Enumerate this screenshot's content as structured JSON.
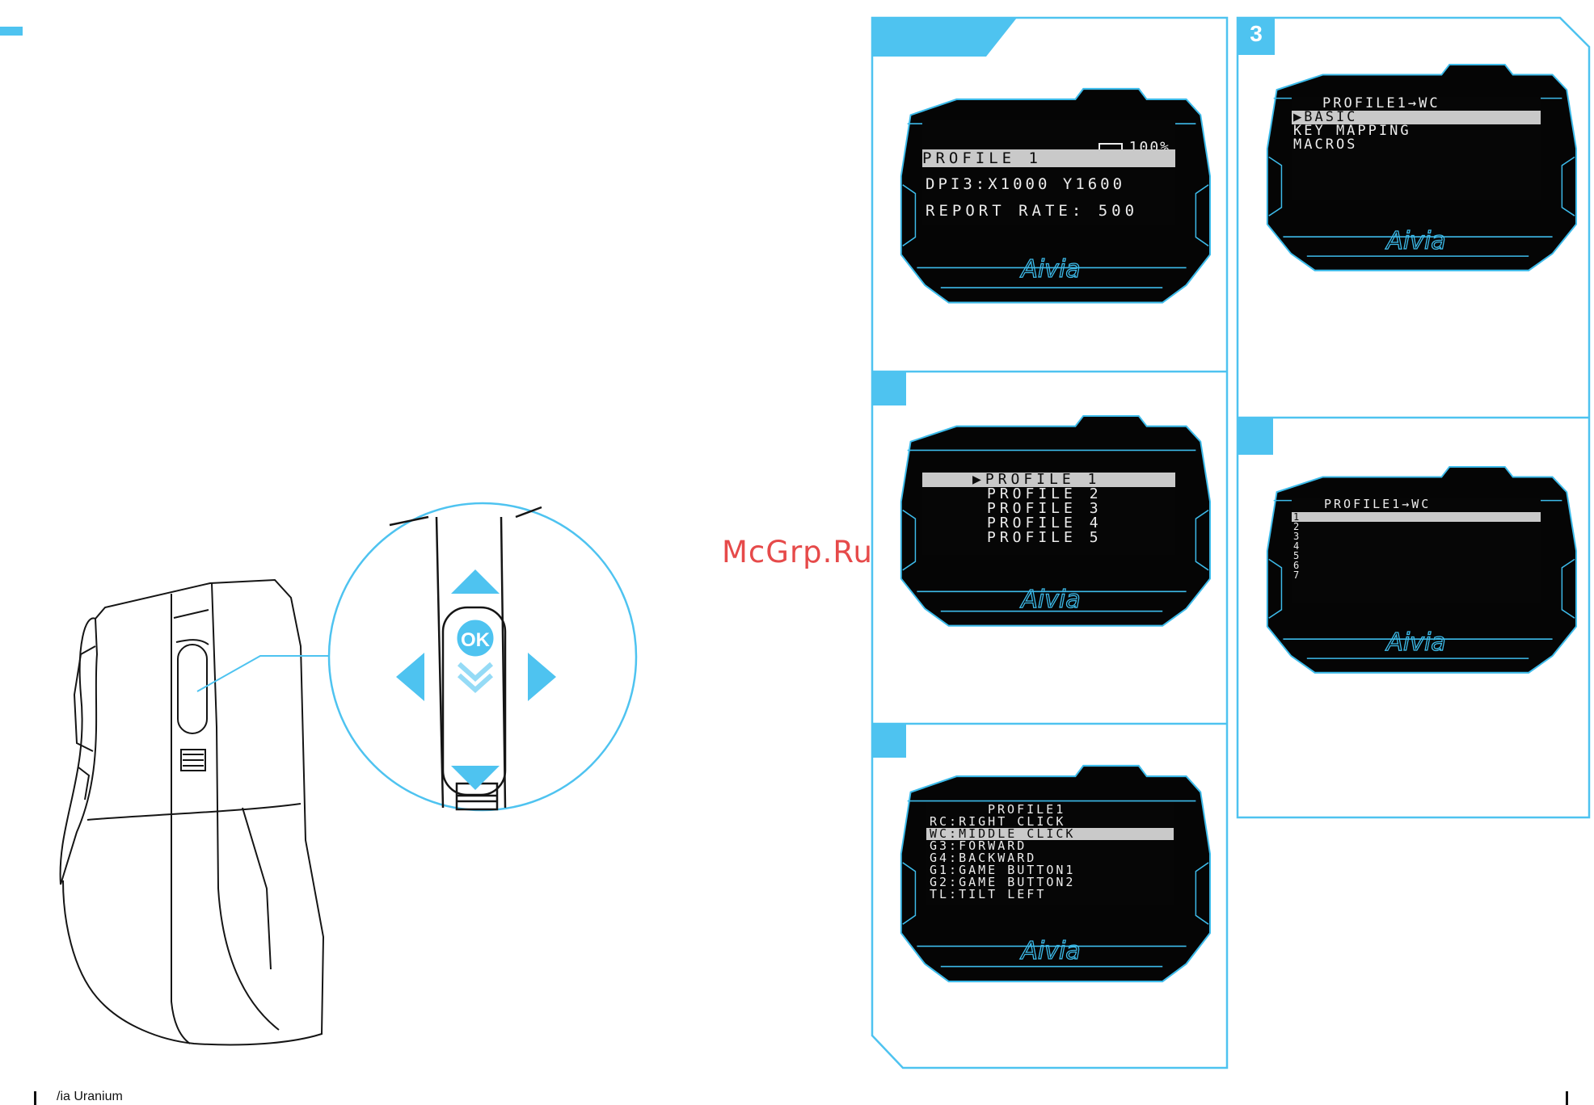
{
  "watermark": "McGrp.Ru",
  "footer": "/ia Uranium",
  "steps": {
    "s3": "3"
  },
  "brand": "Aivia",
  "screens": {
    "s1": {
      "battery": "100%",
      "l1": "PROFILE 1",
      "l2": "DPI3:X1000 Y1600",
      "l3": "REPORT RATE: 500"
    },
    "s2": {
      "items": [
        "▶PROFILE 1",
        "PROFILE 2",
        "PROFILE 3",
        "PROFILE 4",
        "PROFILE 5"
      ]
    },
    "s3": {
      "title": "PROFILE1→WC",
      "items": [
        "▶BASIC",
        "KEY MAPPING",
        "MACROS"
      ]
    },
    "s4": {
      "title": "PROFILE1→WC",
      "items": [
        "1",
        "2",
        "3",
        "4",
        "5",
        "6",
        "7"
      ]
    },
    "s5": {
      "title": "PROFILE1",
      "items": [
        "RC:RIGHT CLICK",
        "WC:MIDDLE CLICK",
        "G3:FORWARD",
        "G4:BACKWARD",
        "G1:GAME BUTTON1",
        "G2:GAME BUTTON2",
        "TL:TILT LEFT"
      ]
    }
  },
  "button_label": "OK"
}
